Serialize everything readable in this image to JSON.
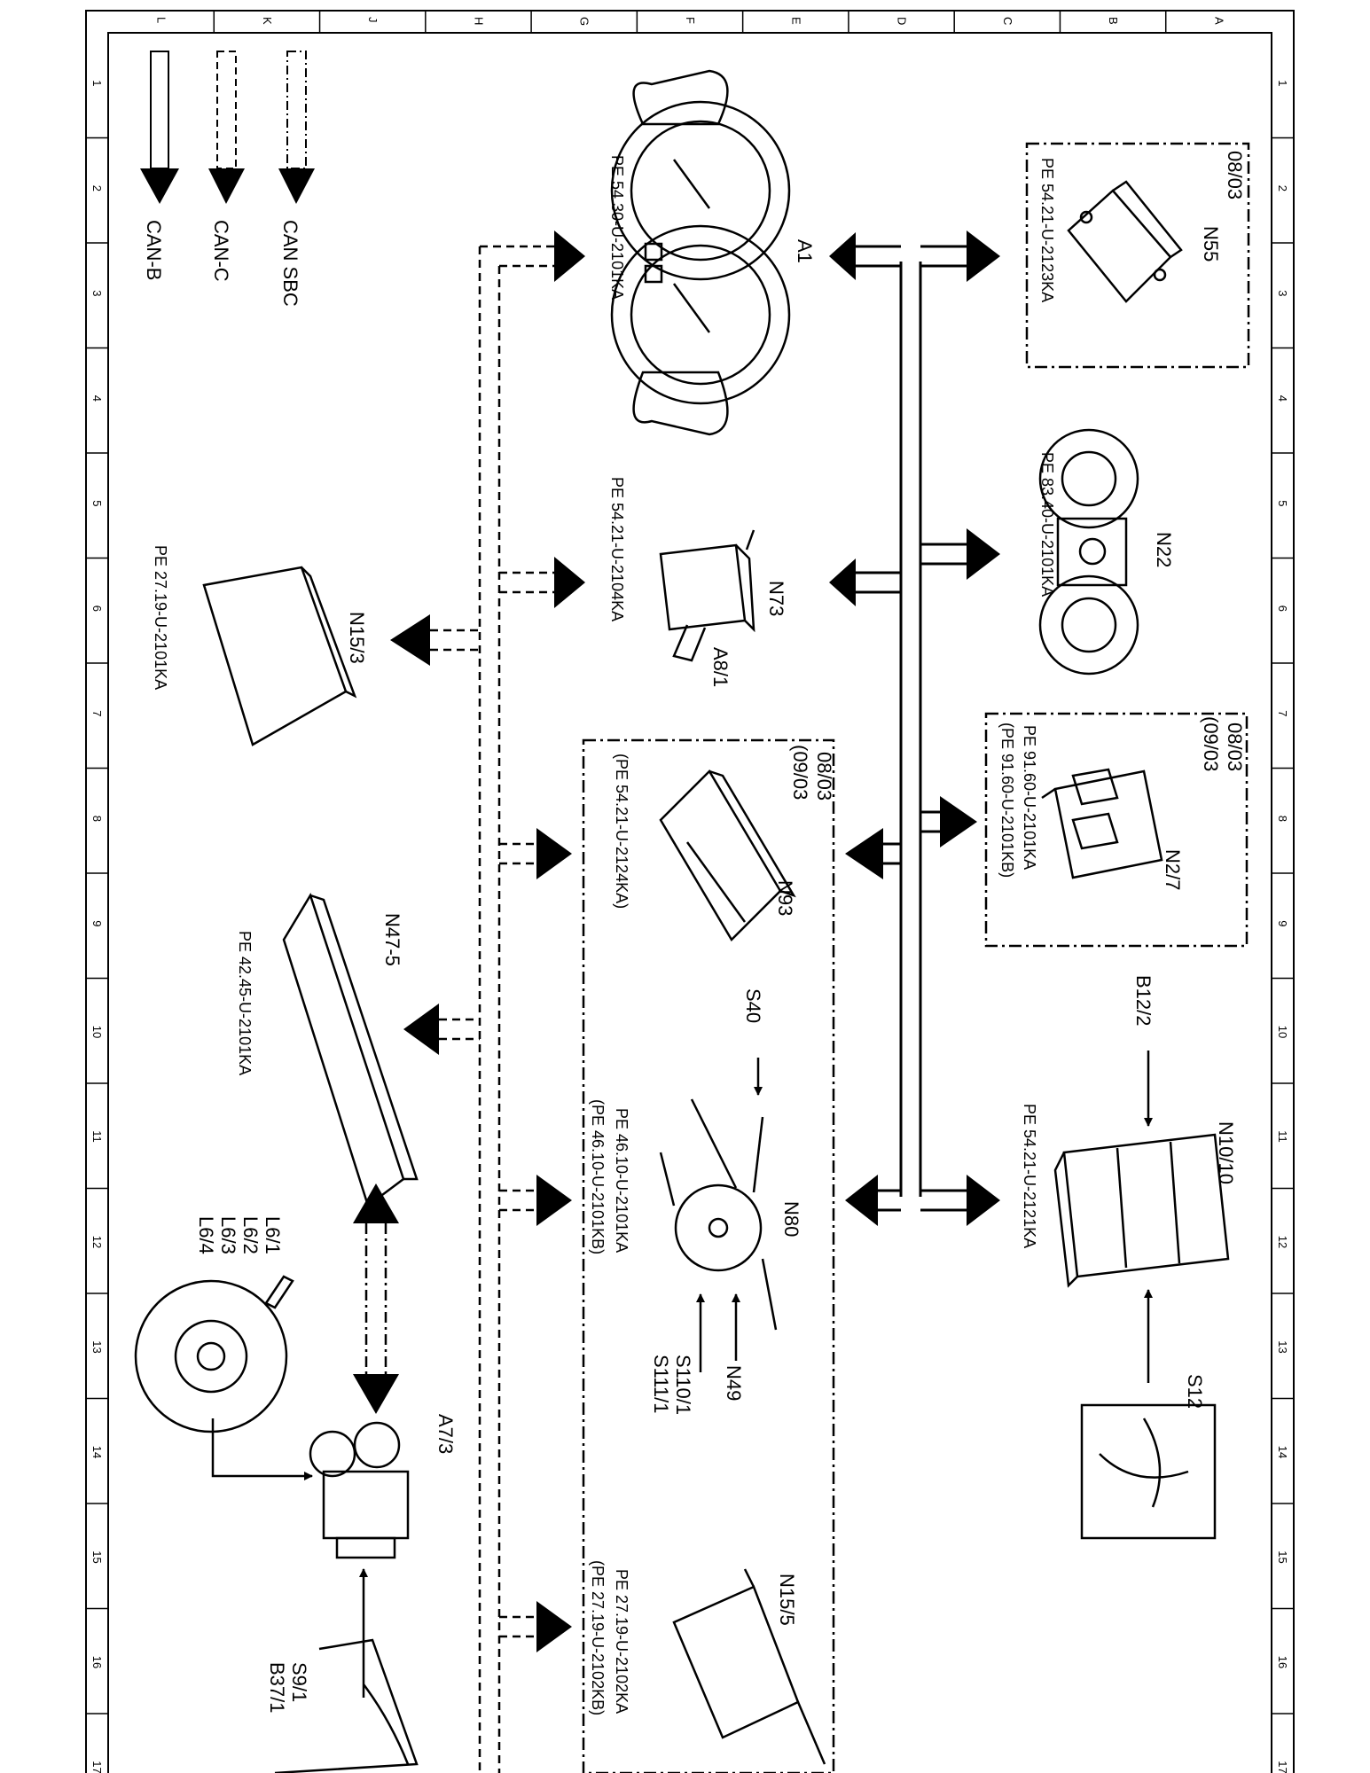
{
  "grid": {
    "rows": [
      "L",
      "K",
      "J",
      "H",
      "G",
      "F",
      "E",
      "D",
      "C",
      "B",
      "A"
    ],
    "cols": [
      "1",
      "2",
      "3",
      "4",
      "5",
      "6",
      "7",
      "8",
      "9",
      "10",
      "11",
      "12",
      "13",
      "14",
      "15",
      "16",
      "17"
    ]
  },
  "legend": [
    {
      "label": "CAN SBC",
      "style": "dash-dot"
    },
    {
      "label": "CAN-C",
      "style": "dashed"
    },
    {
      "label": "CAN-B",
      "style": "solid"
    }
  ],
  "components": {
    "a1": {
      "name": "A1",
      "ref": "PE 54.30-U-2101KA"
    },
    "n55": {
      "name": "N55",
      "ref": "PE 54.21-U-2123KA",
      "date": "08/03"
    },
    "n22": {
      "name": "N22",
      "ref": "PE 83.40-U-2101KA"
    },
    "n73": {
      "name": "N73",
      "ref": "PE 54.21-U-2104KA",
      "sub": "A8/1"
    },
    "n2_7": {
      "name": "N2/7",
      "ref1": "PE 91.60-U-2101KA",
      "ref2": "(PE 91.60-U-2101KB)",
      "date1": "08/03",
      "date2": "(09/03"
    },
    "n93": {
      "name": "N93",
      "ref": "(PE 54.21-U-2124KA)",
      "date1": "08/03",
      "date2": "(09/03"
    },
    "n15_3": {
      "name": "N15/3",
      "ref": "PE 27.19-U-2101KA"
    },
    "n47_5": {
      "name": "N47-5",
      "ref": "PE 42.45-U-2101KA"
    },
    "n10_10": {
      "name": "N10/10",
      "ref": "PE 54.21-U-2121KA"
    },
    "b12_2": {
      "name": "B12/2"
    },
    "s12": {
      "name": "S12"
    },
    "n80": {
      "name": "N80",
      "ref1": "PE 46.10-U-2101KA",
      "ref2": "(PE 46.10-U-2101KB)"
    },
    "s40": {
      "name": "S40"
    },
    "n49": {
      "name": "N49"
    },
    "s110": {
      "name": "S110/1",
      "name2": "S111/1"
    },
    "l6": {
      "names": [
        "L6/1",
        "L6/2",
        "L6/3",
        "L6/4"
      ]
    },
    "a7_3": {
      "name": "A7/3"
    },
    "s9": {
      "name": "S9/1",
      "name2": "B37/1"
    },
    "n15_5": {
      "name": "N15/5",
      "ref1": "PE 27.19-U-2102KA",
      "ref2": "(PE 27.19-U-2102KB)"
    }
  }
}
